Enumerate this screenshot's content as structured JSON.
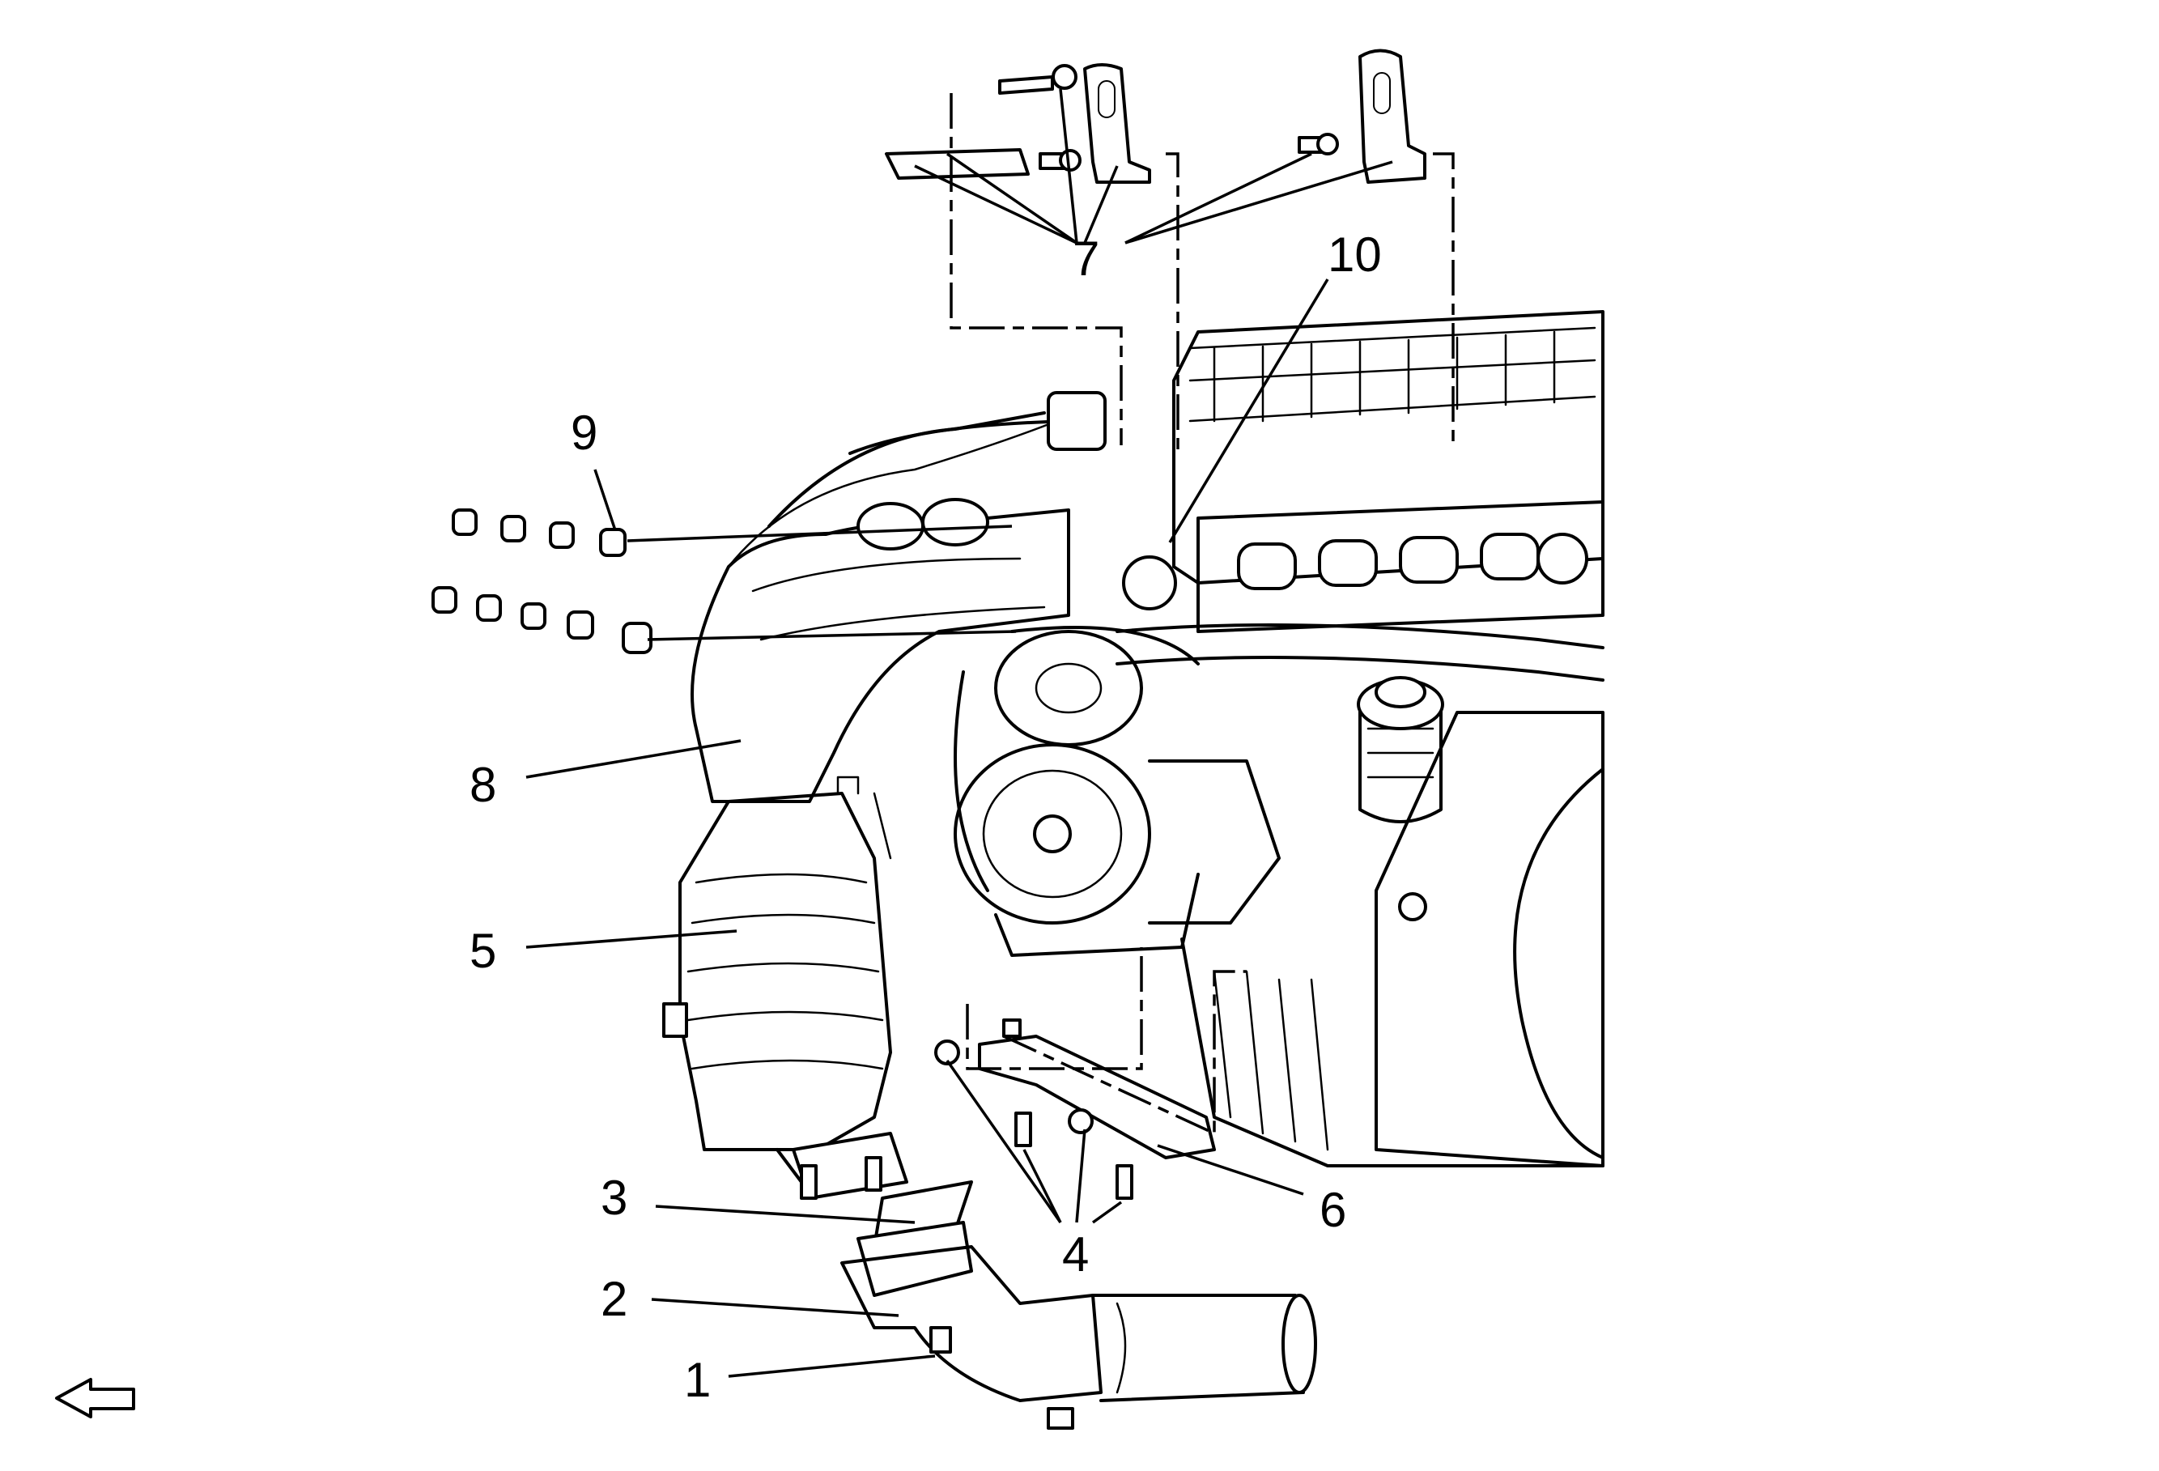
{
  "callouts": [
    {
      "id": "1",
      "label": "1"
    },
    {
      "id": "2",
      "label": "2"
    },
    {
      "id": "3",
      "label": "3"
    },
    {
      "id": "4",
      "label": "4"
    },
    {
      "id": "5",
      "label": "5"
    },
    {
      "id": "6",
      "label": "6"
    },
    {
      "id": "7",
      "label": "7"
    },
    {
      "id": "8",
      "label": "8"
    },
    {
      "id": "9",
      "label": "9"
    },
    {
      "id": "10",
      "label": "10"
    }
  ],
  "icons": {
    "orientation_arrow": "arrow-left-icon"
  }
}
